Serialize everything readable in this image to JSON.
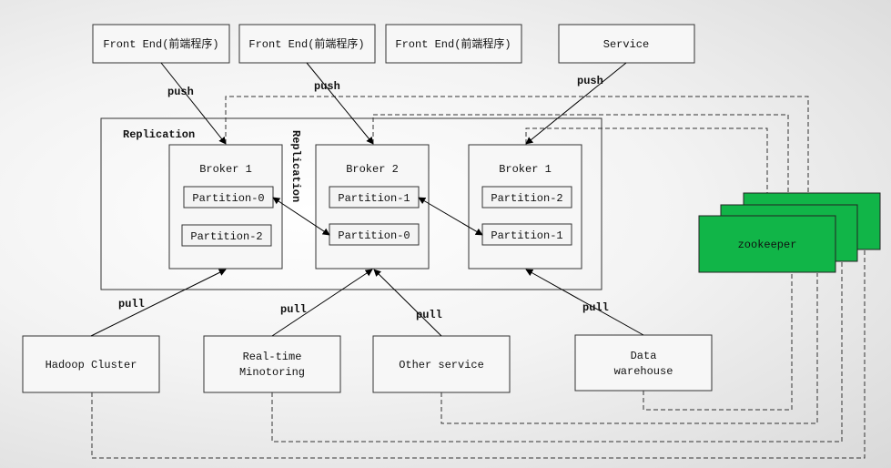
{
  "producers": [
    {
      "label": "Front End(前端程序)"
    },
    {
      "label": "Front End(前端程序)"
    },
    {
      "label": "Front End(前端程序)"
    },
    {
      "label": "Service"
    }
  ],
  "push_label": "push",
  "pull_label": "pull",
  "replication_label": "Replication",
  "brokers": [
    {
      "label": "Broker 1",
      "partitions": [
        "Partition-0",
        "Partition-2"
      ]
    },
    {
      "label": "Broker 2",
      "partitions": [
        "Partition-1",
        "Partition-0"
      ]
    },
    {
      "label": "Broker 1",
      "partitions": [
        "Partition-2",
        "Partition-1"
      ]
    }
  ],
  "zookeeper_label": "zookeeper",
  "zookeeper_color": "#11b548",
  "consumers": [
    {
      "label": "Hadoop Cluster"
    },
    {
      "label_line1": "Real-time",
      "label_line2": "Minotoring"
    },
    {
      "label": "Other service"
    },
    {
      "label_line1": "Data",
      "label_line2": "warehouse"
    }
  ]
}
